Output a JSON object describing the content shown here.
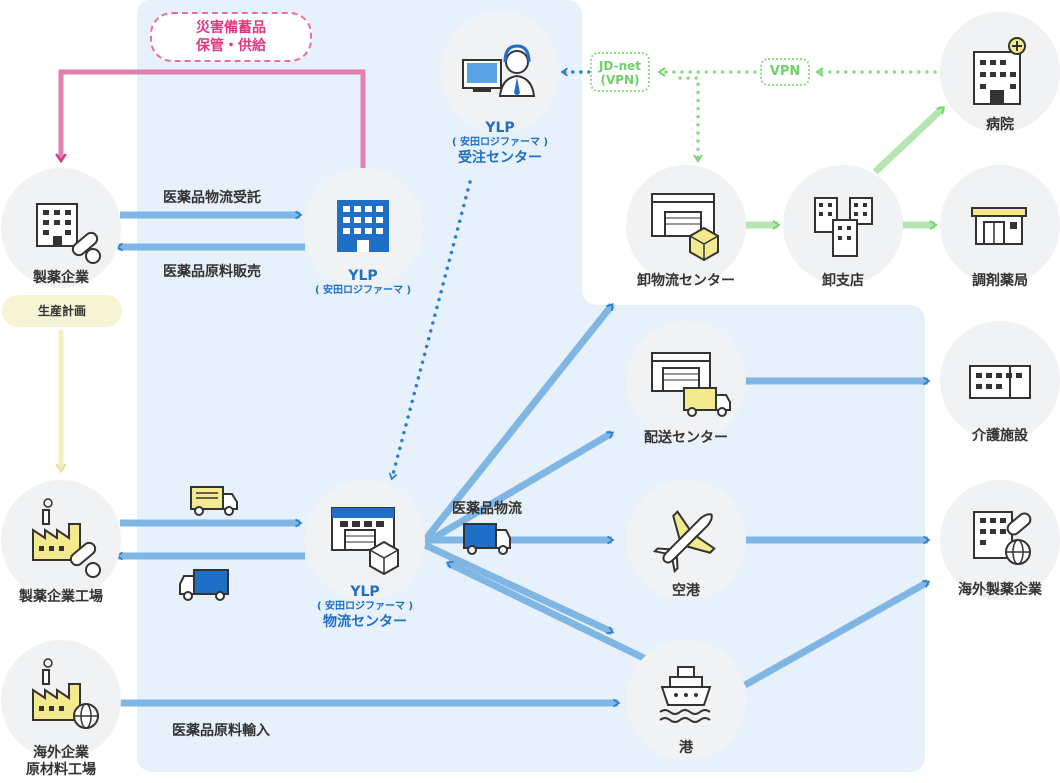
{
  "nodes": {
    "seiyaku": "製薬企業",
    "seisan_keikaku": "生産計画",
    "koujou": "製薬企業工場",
    "kaigai_genzairyou": [
      "海外企業",
      "原材料工場"
    ],
    "ylp_main": {
      "name": "YLP",
      "sub": "( 安田ロジファーマ )"
    },
    "ylp_order": {
      "name": "YLP",
      "sub": "( 安田ロジファーマ )",
      "role": "受注センター"
    },
    "ylp_logistics": {
      "name": "YLP",
      "sub": "( 安田ロジファーマ )",
      "role": "物流センター"
    },
    "oroshi_center": "卸物流センター",
    "oroshi_shiten": "卸支店",
    "byouin": "病院",
    "chouzai": "調剤薬局",
    "haisou": "配送センター",
    "kaigo": "介護施設",
    "kuukou": "空港",
    "kaigai_seiyaku": "海外製薬企業",
    "minato": "港"
  },
  "flows": {
    "itaku": "医薬品物流受託",
    "genryou_hanbai": "医薬品原料販売",
    "butsuryuu": "医薬品物流",
    "genryou_yunyuu": "医薬品原料輸入"
  },
  "disaster": [
    "災害備蓄品",
    "保管・供給"
  ],
  "network": {
    "jdnet": [
      "JD-net",
      "(VPN)"
    ],
    "vpn": "VPN"
  },
  "colors": {
    "blue_arrow": "#7fb6e4",
    "arrow_head": "#2d7dd2",
    "pink": "#e27fb0",
    "green": "#b5e6b1",
    "yellow": "#f1efc0",
    "region": "#e6f1fb",
    "ylp_text": "#1f6ec8"
  }
}
